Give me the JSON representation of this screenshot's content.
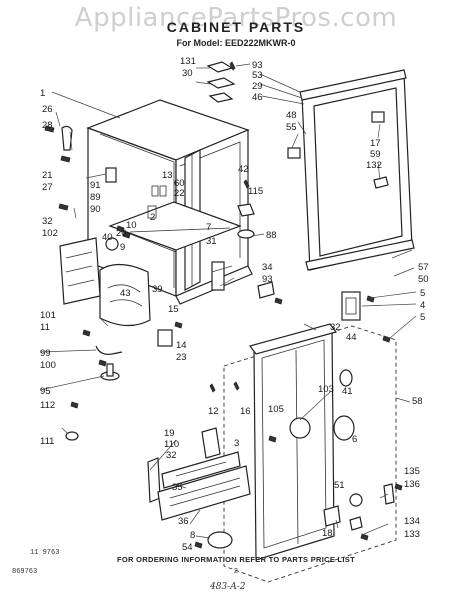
{
  "watermark": "AppliancePartsPros.com",
  "title": "CABINET PARTS",
  "model_line": "For Model: EED222MKWR-0",
  "footer": "FOR ORDERING INFORMATION REFER TO PARTS PRICE LIST",
  "code_left": "11  9763",
  "code_bottom": "869763",
  "page_number": "2",
  "handwritten_note": "483-A-2",
  "callouts": [
    {
      "id": "c1",
      "text": "1"
    },
    {
      "id": "c26",
      "text": "26"
    },
    {
      "id": "c28",
      "text": "28"
    },
    {
      "id": "c21",
      "text": "21"
    },
    {
      "id": "c27",
      "text": "27"
    },
    {
      "id": "c91",
      "text": "91"
    },
    {
      "id": "c89",
      "text": "89"
    },
    {
      "id": "c90",
      "text": "90"
    },
    {
      "id": "c13",
      "text": "13"
    },
    {
      "id": "c60",
      "text": "60"
    },
    {
      "id": "c22",
      "text": "22"
    },
    {
      "id": "c2",
      "text": "2"
    },
    {
      "id": "c32a",
      "text": "32"
    },
    {
      "id": "c102",
      "text": "102"
    },
    {
      "id": "c10",
      "text": "10"
    },
    {
      "id": "c40",
      "text": "40"
    },
    {
      "id": "c20",
      "text": "20"
    },
    {
      "id": "c9",
      "text": "9"
    },
    {
      "id": "c43",
      "text": "43"
    },
    {
      "id": "c39",
      "text": "39"
    },
    {
      "id": "c101",
      "text": "101"
    },
    {
      "id": "c11",
      "text": "11"
    },
    {
      "id": "c15",
      "text": "15"
    },
    {
      "id": "c99",
      "text": "99"
    },
    {
      "id": "c100",
      "text": "100"
    },
    {
      "id": "c14",
      "text": "14"
    },
    {
      "id": "c23",
      "text": "23"
    },
    {
      "id": "c95",
      "text": "95"
    },
    {
      "id": "c112",
      "text": "112"
    },
    {
      "id": "c111",
      "text": "111"
    },
    {
      "id": "c131",
      "text": "131"
    },
    {
      "id": "c30",
      "text": "30"
    },
    {
      "id": "c93a",
      "text": "93"
    },
    {
      "id": "c53",
      "text": "53"
    },
    {
      "id": "c29",
      "text": "29"
    },
    {
      "id": "c46",
      "text": "46"
    },
    {
      "id": "c48",
      "text": "48"
    },
    {
      "id": "c55",
      "text": "55"
    },
    {
      "id": "c17",
      "text": "17"
    },
    {
      "id": "c59",
      "text": "59"
    },
    {
      "id": "c132",
      "text": "132"
    },
    {
      "id": "c42",
      "text": "42"
    },
    {
      "id": "c115",
      "text": "115"
    },
    {
      "id": "c88",
      "text": "88"
    },
    {
      "id": "c7",
      "text": "7"
    },
    {
      "id": "c31",
      "text": "31"
    },
    {
      "id": "c34",
      "text": "34"
    },
    {
      "id": "c93b",
      "text": "93"
    },
    {
      "id": "c57",
      "text": "57"
    },
    {
      "id": "c50",
      "text": "50"
    },
    {
      "id": "c5a",
      "text": "5"
    },
    {
      "id": "c4",
      "text": "4"
    },
    {
      "id": "c5b",
      "text": "5"
    },
    {
      "id": "c32b",
      "text": "32"
    },
    {
      "id": "c44",
      "text": "44"
    },
    {
      "id": "c6",
      "text": "6"
    },
    {
      "id": "c41",
      "text": "41"
    },
    {
      "id": "c58",
      "text": "58"
    },
    {
      "id": "c103",
      "text": "103"
    },
    {
      "id": "c12",
      "text": "12"
    },
    {
      "id": "c16",
      "text": "16"
    },
    {
      "id": "c105",
      "text": "105"
    },
    {
      "id": "c3",
      "text": "3"
    },
    {
      "id": "c19",
      "text": "19"
    },
    {
      "id": "c110",
      "text": "110"
    },
    {
      "id": "c32c",
      "text": "32"
    },
    {
      "id": "c35",
      "text": "35"
    },
    {
      "id": "c51",
      "text": "51"
    },
    {
      "id": "c135",
      "text": "135"
    },
    {
      "id": "c136",
      "text": "136"
    },
    {
      "id": "c36",
      "text": "36"
    },
    {
      "id": "c8",
      "text": "8"
    },
    {
      "id": "c54",
      "text": "54"
    },
    {
      "id": "c18",
      "text": "18"
    },
    {
      "id": "c134",
      "text": "134"
    },
    {
      "id": "c133",
      "text": "133"
    }
  ]
}
